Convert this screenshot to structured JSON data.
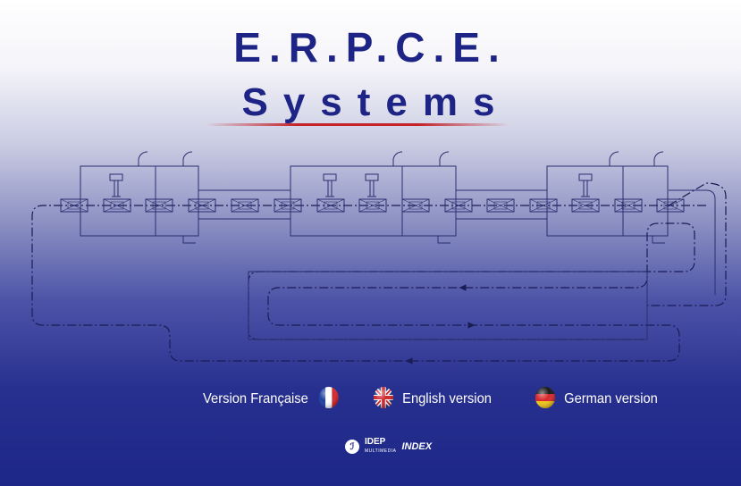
{
  "header": {
    "title_line1": "E.R.P.C.E.",
    "title_line2": "Systems"
  },
  "languages": [
    {
      "label": "Version Française",
      "flag": "france-flag-icon"
    },
    {
      "label": "English version",
      "flag": "uk-flag-icon"
    },
    {
      "label": "German version",
      "flag": "germany-flag-icon"
    }
  ],
  "footer": {
    "logo1_glyph": "ℐ",
    "logo2_main": "IDEP",
    "logo2_sub": "MULTIMEDIA",
    "logo3": "INDEX"
  },
  "colors": {
    "title": "#1e2485",
    "accent_line": "#c4232a",
    "background_bottom": "#1d2787",
    "language_text": "#ffffff"
  }
}
